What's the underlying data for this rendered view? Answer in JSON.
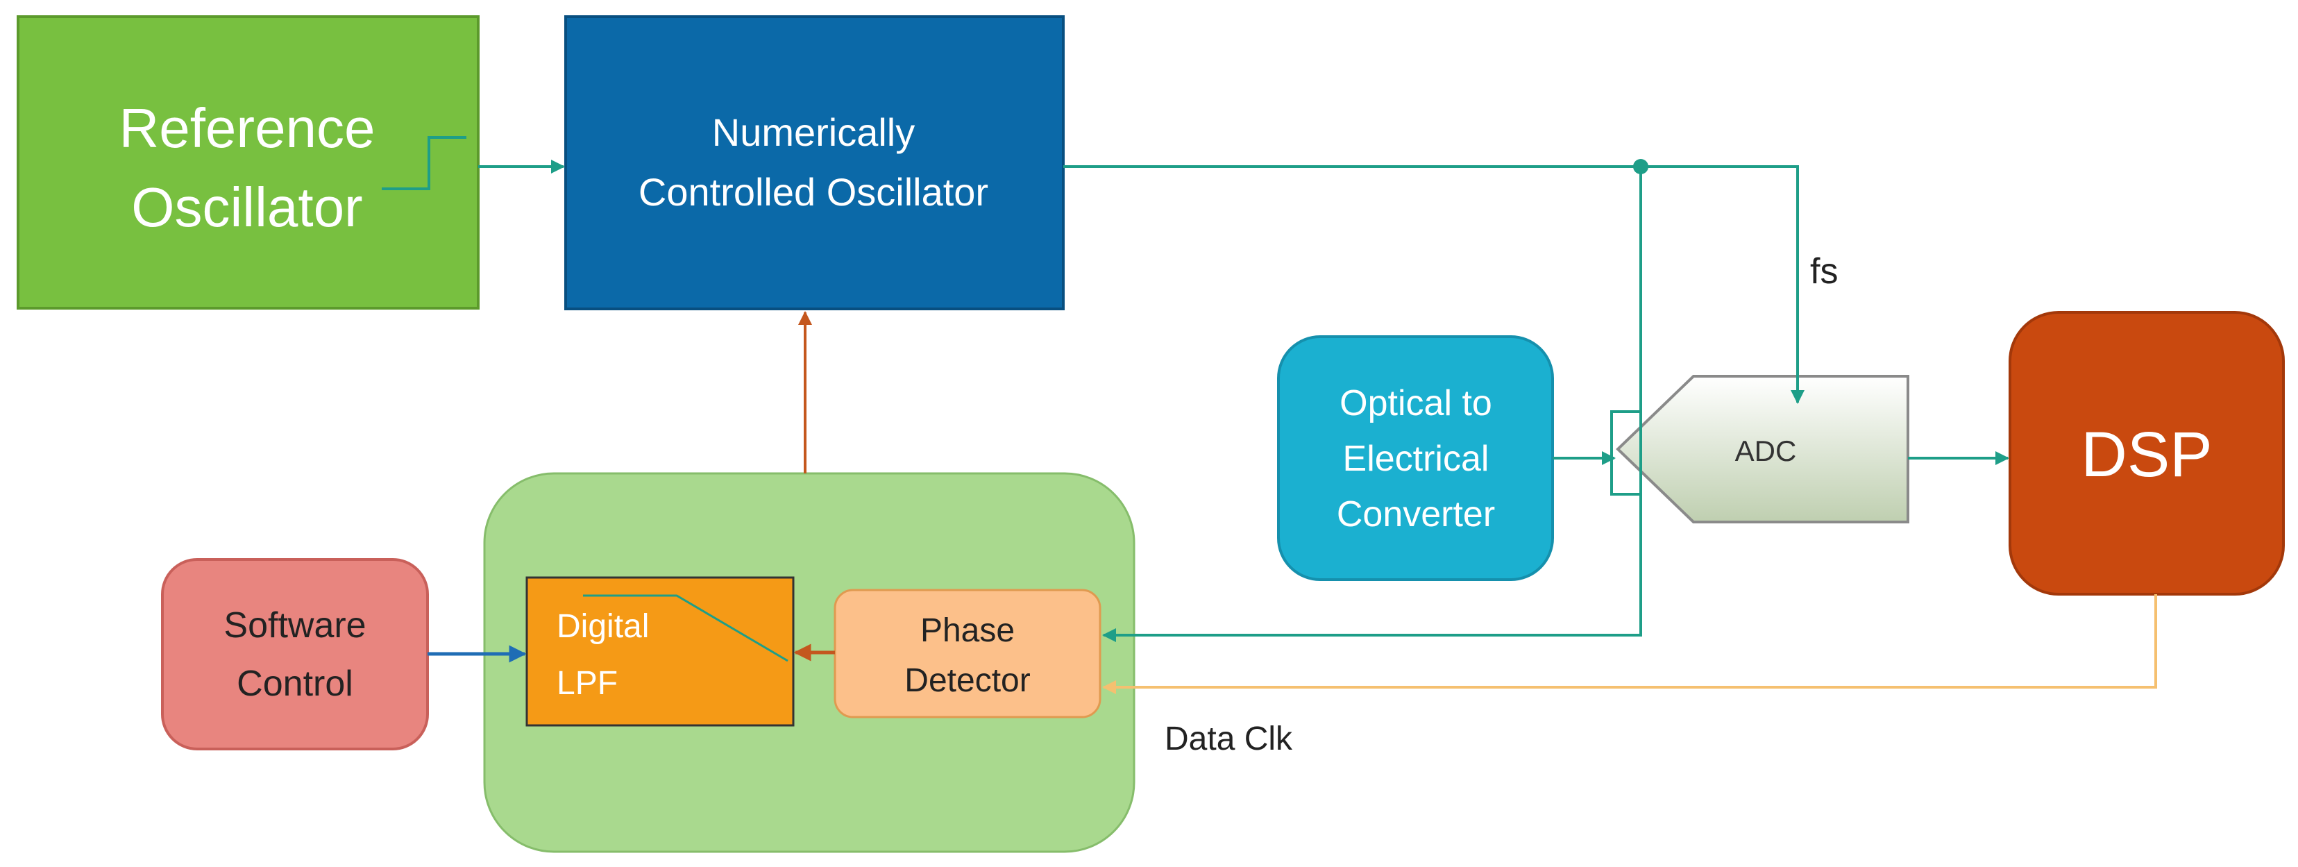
{
  "blocks": {
    "reference_oscillator": {
      "lines": [
        "Reference",
        "Oscillator"
      ],
      "color": "#78c040"
    },
    "nco": {
      "lines": [
        "Numerically",
        "Controlled Oscillator"
      ],
      "color": "#0b69a8"
    },
    "optical_converter": {
      "lines": [
        "Optical to",
        "Electrical",
        "Converter"
      ],
      "color": "#1bb0d0"
    },
    "adc": {
      "label": "ADC"
    },
    "dsp": {
      "label": "DSP",
      "color": "#c9490f"
    },
    "software_control": {
      "lines": [
        "Software",
        "Control"
      ],
      "color": "#e8857f"
    },
    "digital_lpf": {
      "lines": [
        "Digital",
        "LPF"
      ],
      "color": "#f59a16"
    },
    "phase_detector": {
      "lines": [
        "Phase",
        "Detector"
      ],
      "color": "#fcc08a"
    },
    "pll_group": {
      "color": "#a9d98e"
    }
  },
  "signals": {
    "fs": "fs",
    "data_clk": "Data Clk"
  },
  "colors": {
    "clock_line": "#1e9e88",
    "control_line": "#c4571e",
    "software_line": "#1f6db5",
    "data_clk_line": "#f5c070"
  }
}
